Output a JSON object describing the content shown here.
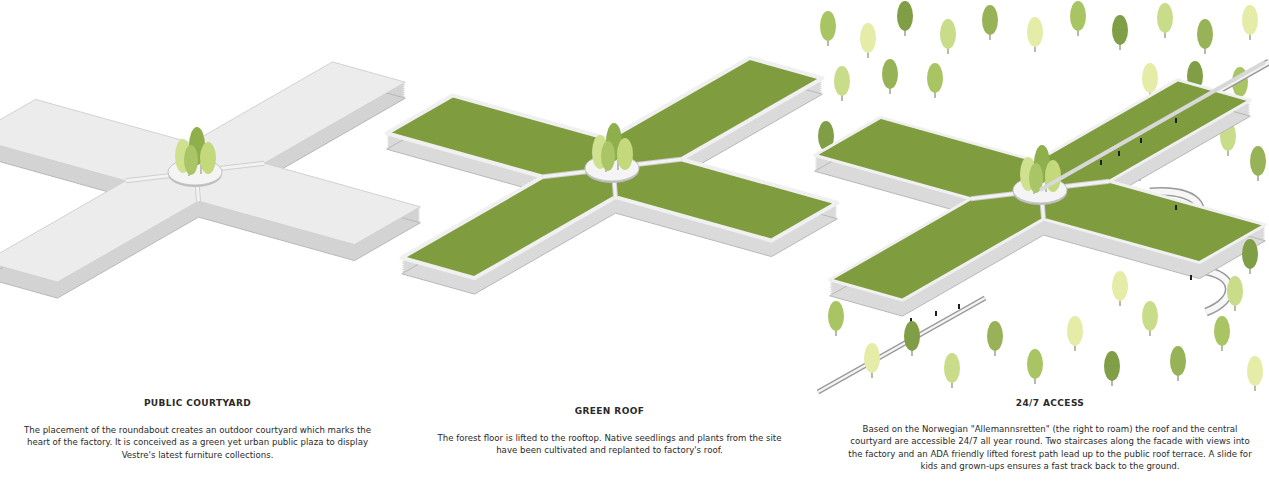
{
  "diagram": {
    "labels": [
      "PUBLIC COURTYARD",
      "The placement of the roundabout creates an outdoor courtyard which marks the heart of the factory. It is conceived as a green yet urban public plaza to display Vestre's latest furniture collections.",
      "GREEN ROOF",
      "The forest floor is lifted to the rooftop. Native seedlings and plants from the site have been cultivated and replanted to factory's roof.",
      "24/7 ACCESS",
      "Based on the Norwegian \"Allemannsretten\" (the right to roam) the roof and the central courtyard are accessible 24/7 all year round. Two staircases along the facade with views into the factory and an ADA friendly lifted forest path lead up to the public roof terrace. A slide for kids and grown-ups ensures a fast track back to the ground."
    ]
  }
}
